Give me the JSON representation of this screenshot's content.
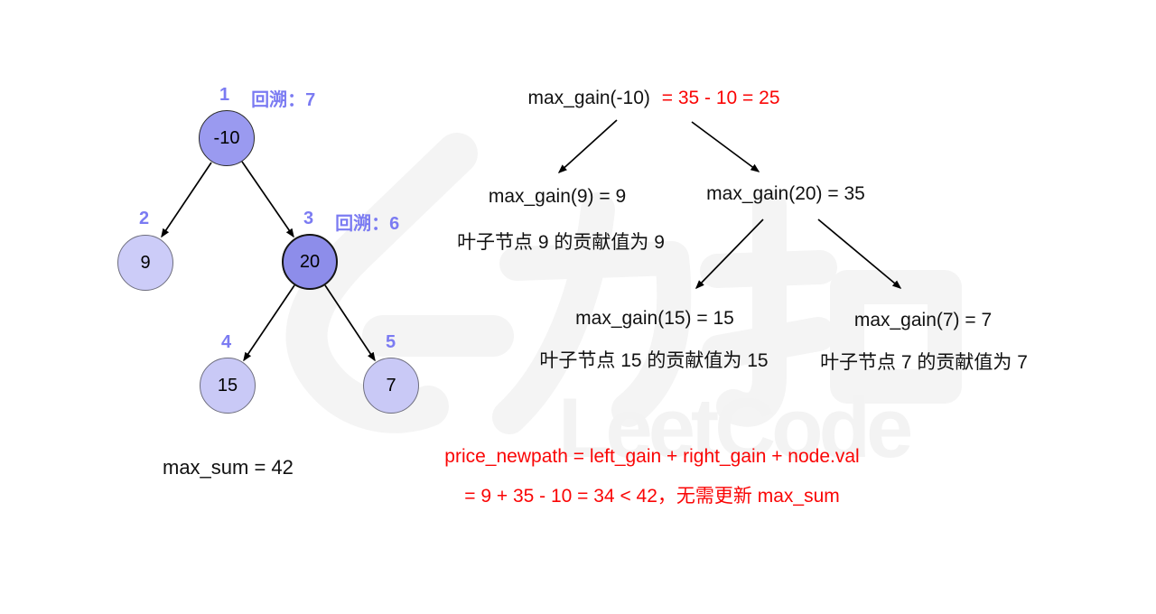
{
  "colors": {
    "accent_label": "#7b7bf2",
    "red_text": "#fa0505",
    "node_root_fill": "#9a9af0",
    "node_right_fill": "#8d8dea",
    "node_light_fill": "#ccccf8",
    "watermark": "#f3f3f3"
  },
  "tree": {
    "nodes": [
      {
        "value": "-10",
        "order": "1",
        "backtrack": "回溯：7"
      },
      {
        "value": "9",
        "order": "2",
        "backtrack": ""
      },
      {
        "value": "20",
        "order": "3",
        "backtrack": "回溯：6"
      },
      {
        "value": "15",
        "order": "4",
        "backtrack": ""
      },
      {
        "value": "7",
        "order": "5",
        "backtrack": ""
      }
    ],
    "max_sum_label": "max_sum = 42"
  },
  "recursion": {
    "root_black": "max_gain(-10)",
    "root_red": "= 35 - 10 = 25",
    "left_formula": "max_gain(9) = 9",
    "left_note": "叶子节点 9 的贡献值为 9",
    "right_formula": "max_gain(20) = 35",
    "right_left_formula": "max_gain(15) = 15",
    "right_left_note": "叶子节点 15 的贡献值为 15",
    "right_right_formula": "max_gain(7) = 7",
    "right_right_note": "叶子节点 7 的贡献值为 7"
  },
  "conclusion": {
    "line1": "price_newpath = left_gain + right_gain + node.val",
    "line2": "= 9 + 35 - 10 = 34 < 42，无需更新 max_sum"
  },
  "watermark": {
    "brand": "LeetCode",
    "hanzi": "力扣"
  }
}
